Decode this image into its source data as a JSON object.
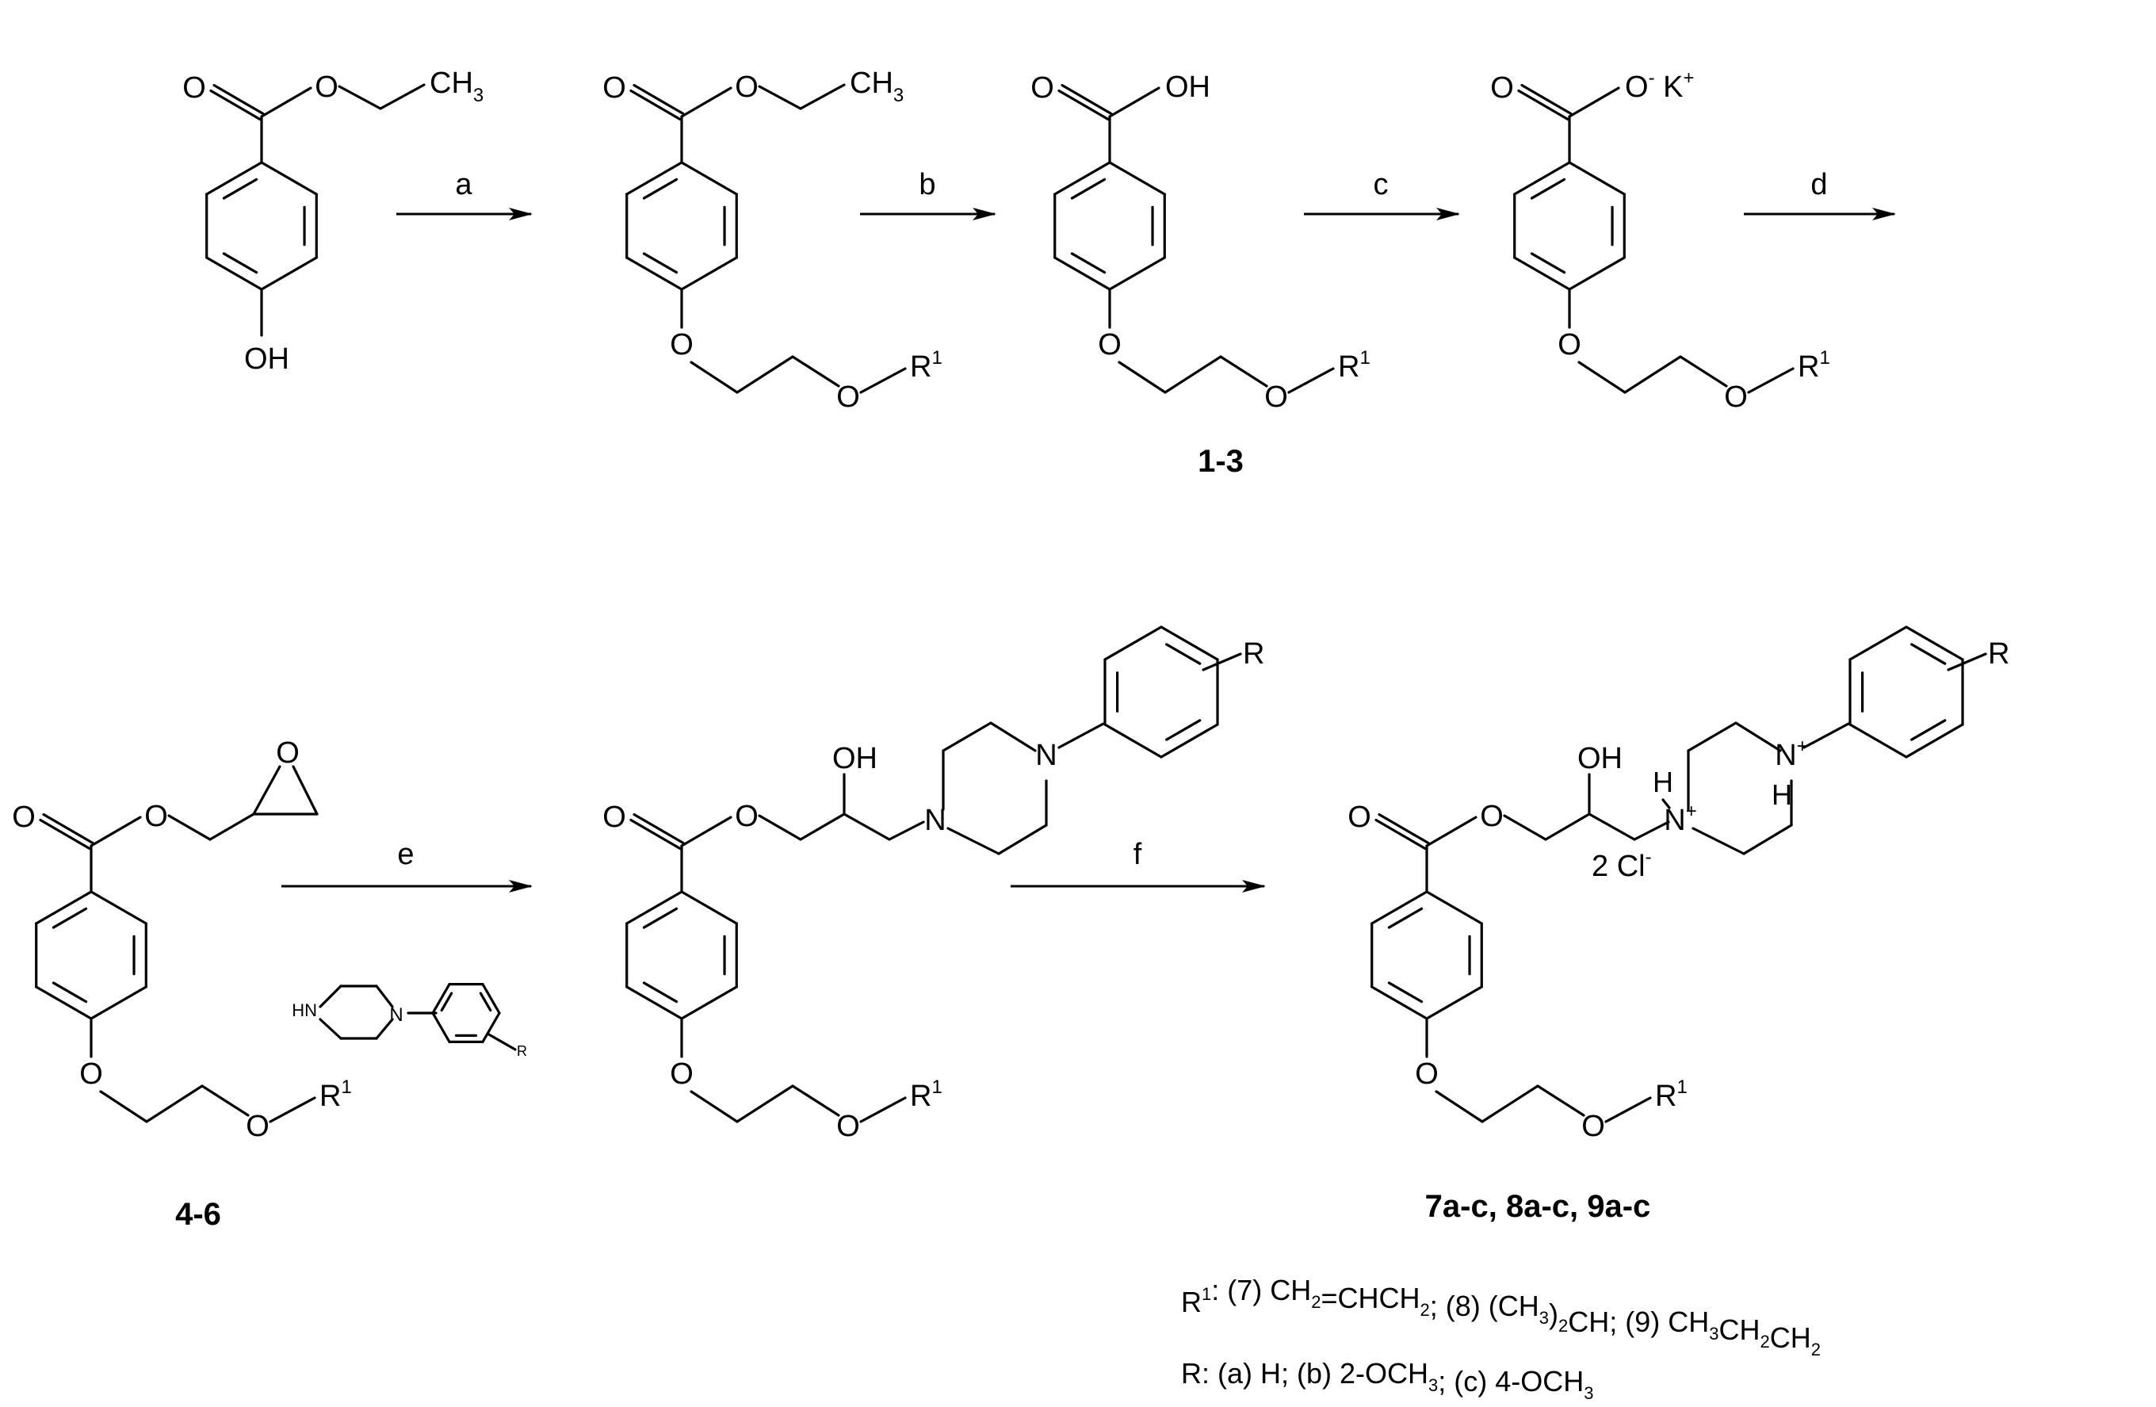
{
  "atoms": {
    "O": "O",
    "OH": "OH",
    "CH3": "CH",
    "CH3_sub": "3",
    "R1": "R",
    "R1_sup": "1",
    "N": "N",
    "HN": "HN",
    "H": "H",
    "plus": "+",
    "R": "R",
    "K": "K",
    "minus": "-",
    "Cl": "2 Cl",
    "Cl_sup": "-"
  },
  "steps": [
    "a",
    "b",
    "c",
    "d",
    "e",
    "f"
  ],
  "compounds": {
    "acid": "1-3",
    "epoxide_ester": "4-6",
    "products": "7a-c, 8a-c, 9a-c"
  },
  "legend": {
    "r1_prefix": "R",
    "r1_sup": "1",
    "r1_text": [
      {
        "t": ": (7) CH"
      },
      {
        "t": "2",
        "sub": true
      },
      {
        "t": "=CHCH"
      },
      {
        "t": "2",
        "sub": true
      },
      {
        "t": "; (8) (CH"
      },
      {
        "t": "3",
        "sub": true
      },
      {
        "t": ")"
      },
      {
        "t": "2",
        "sub": true
      },
      {
        "t": "CH; (9) CH"
      },
      {
        "t": "3",
        "sub": true
      },
      {
        "t": "CH"
      },
      {
        "t": "2",
        "sub": true
      },
      {
        "t": "CH"
      },
      {
        "t": "2",
        "sub": true
      }
    ],
    "r_text": [
      {
        "t": "R: (a) H; (b) 2-OCH"
      },
      {
        "t": "3",
        "sub": true
      },
      {
        "t": "; (c) 4-OCH"
      },
      {
        "t": "3",
        "sub": true
      }
    ]
  }
}
